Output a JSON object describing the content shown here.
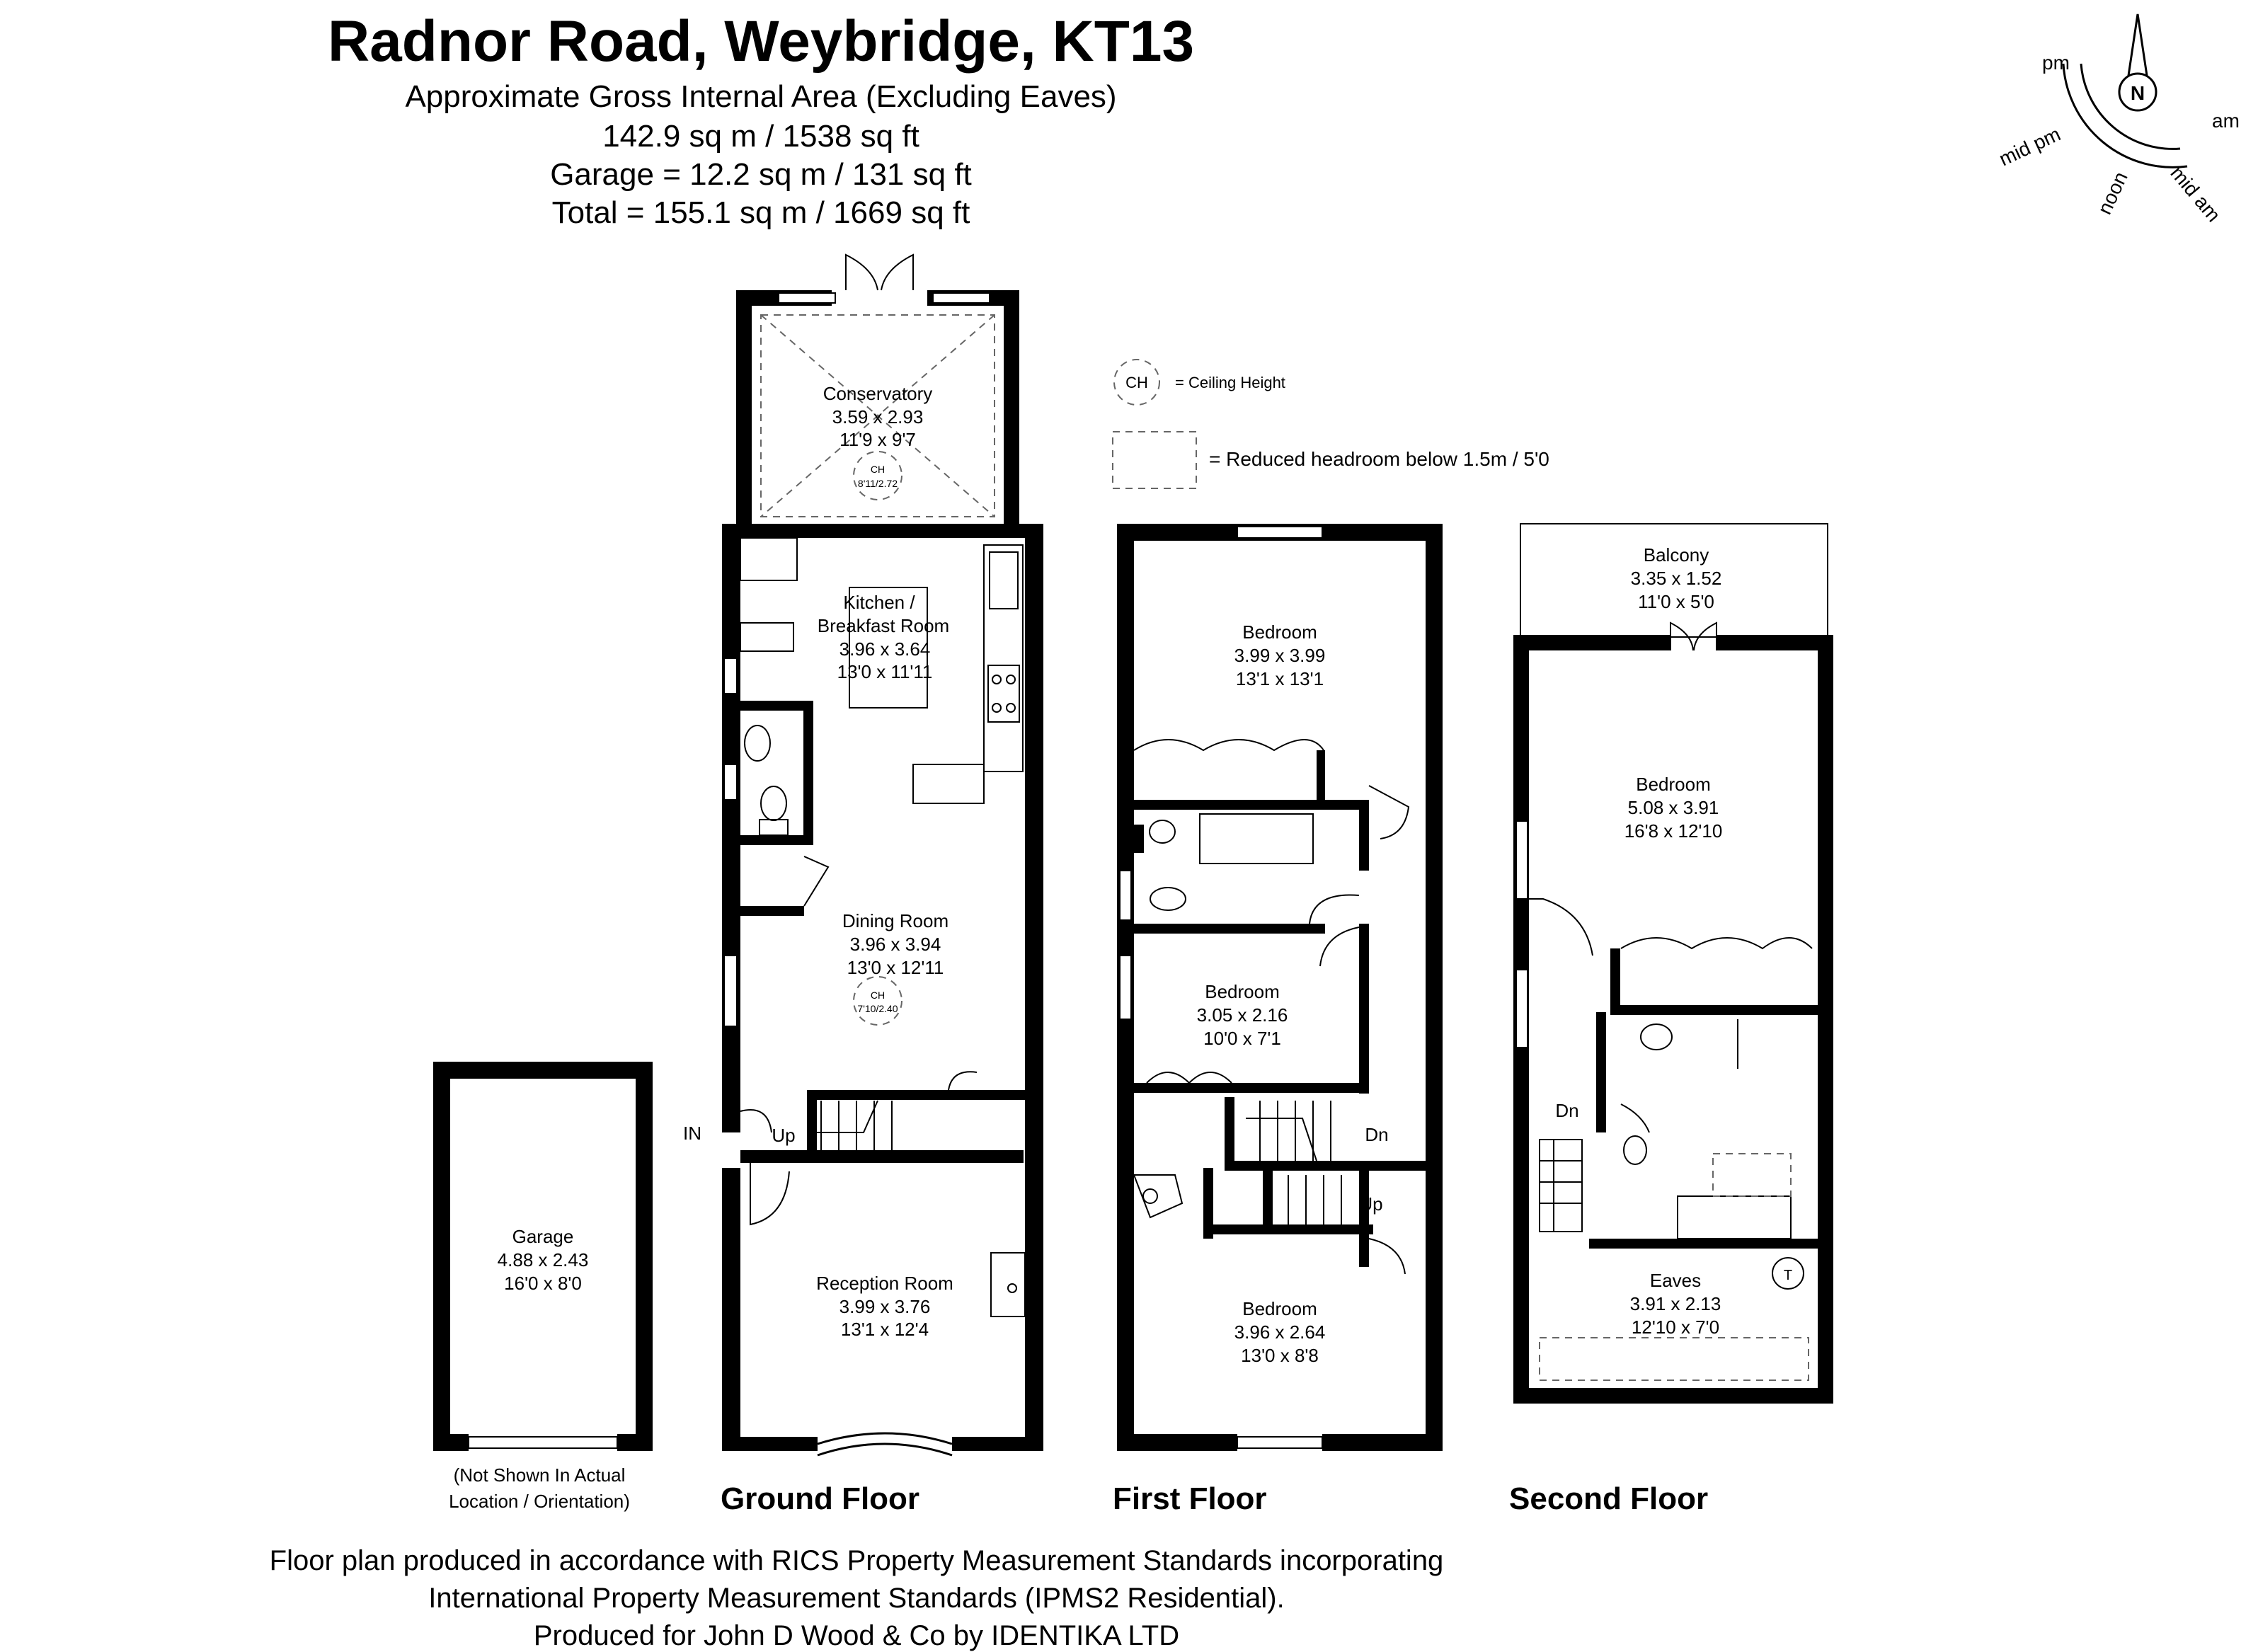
{
  "header": {
    "title": "Radnor Road, Weybridge, KT13",
    "area_note": "Approximate Gross Internal Area (Excluding Eaves)",
    "area_main": "142.9 sq m / 1538 sq ft",
    "area_garage": "Garage = 12.2 sq m / 131 sq ft",
    "area_total": "Total = 155.1 sq m / 1669 sq ft"
  },
  "compass": {
    "north": "N",
    "labels": [
      "pm",
      "am",
      "mid pm",
      "noon",
      "mid am"
    ]
  },
  "legend": {
    "ch_symbol": "CH",
    "ch_text": "= Ceiling Height",
    "reduced_text": "= Reduced headroom below 1.5m / 5'0"
  },
  "ground_floor": {
    "label": "Ground Floor",
    "conservatory": {
      "name": "Conservatory",
      "metric": "3.59 x 2.93",
      "imperial": "11'9 x 9'7",
      "ch": "CH",
      "ch_value": "8'11/2.72"
    },
    "kitchen": {
      "name1": "Kitchen /",
      "name2": "Breakfast Room",
      "metric": "3.96 x 3.64",
      "imperial": "13'0 x 11'11"
    },
    "dining": {
      "name": "Dining Room",
      "metric": "3.96 x 3.94",
      "imperial": "13'0 x 12'11",
      "ch": "CH",
      "ch_value": "7'10/2.40"
    },
    "reception": {
      "name": "Reception Room",
      "metric": "3.99 x 3.76",
      "imperial": "13'1 x 12'4"
    },
    "entrance": "IN",
    "stairs": "Up"
  },
  "garage": {
    "name": "Garage",
    "metric": "4.88 x 2.43",
    "imperial": "16'0 x 8'0",
    "note1": "(Not Shown In Actual",
    "note2": "Location / Orientation)"
  },
  "first_floor": {
    "label": "First Floor",
    "bedroom1": {
      "name": "Bedroom",
      "metric": "3.99 x 3.99",
      "imperial": "13'1 x 13'1"
    },
    "bedroom2": {
      "name": "Bedroom",
      "metric": "3.05 x 2.16",
      "imperial": "10'0 x 7'1"
    },
    "bedroom3": {
      "name": "Bedroom",
      "metric": "3.96 x 2.64",
      "imperial": "13'0 x 8'8"
    },
    "stairs_down": "Dn",
    "stairs_up": "Up"
  },
  "second_floor": {
    "label": "Second Floor",
    "balcony": {
      "name": "Balcony",
      "metric": "3.35 x 1.52",
      "imperial": "11'0 x 5'0"
    },
    "bedroom": {
      "name": "Bedroom",
      "metric": "5.08 x 3.91",
      "imperial": "16'8 x 12'10"
    },
    "eaves": {
      "name": "Eaves",
      "metric": "3.91 x 2.13",
      "imperial": "12'10 x 7'0"
    },
    "stairs_down": "Dn",
    "tank": "T"
  },
  "footer": {
    "line1": "Floor plan produced in accordance with RICS Property Measurement Standards incorporating",
    "line2": "International Property Measurement Standards (IPMS2 Residential).",
    "line3": "Produced for John D Wood & Co by IDENTIKA LTD"
  }
}
